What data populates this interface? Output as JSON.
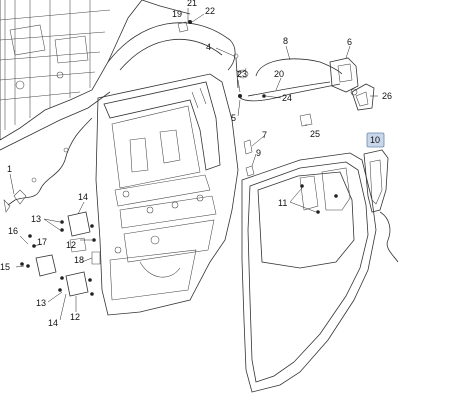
{
  "callouts": {
    "c1": "1",
    "c4": "4",
    "c5": "5",
    "c6": "6",
    "c7": "7",
    "c8": "8",
    "c9": "9",
    "c10": "10",
    "c11": "11",
    "c12a": "12",
    "c12b": "12",
    "c13a": "13",
    "c13b": "13",
    "c14a": "14",
    "c14b": "14",
    "c15": "15",
    "c16": "16",
    "c17": "17",
    "c18": "18",
    "c19": "19",
    "c20": "20",
    "c21": "21",
    "c22": "22",
    "c23": "23",
    "c24": "24",
    "c25": "25",
    "c26": "26"
  },
  "colors": {
    "highlight_fill": "#c9d7ea",
    "highlight_stroke": "#6f86ab",
    "line": "#333333"
  }
}
